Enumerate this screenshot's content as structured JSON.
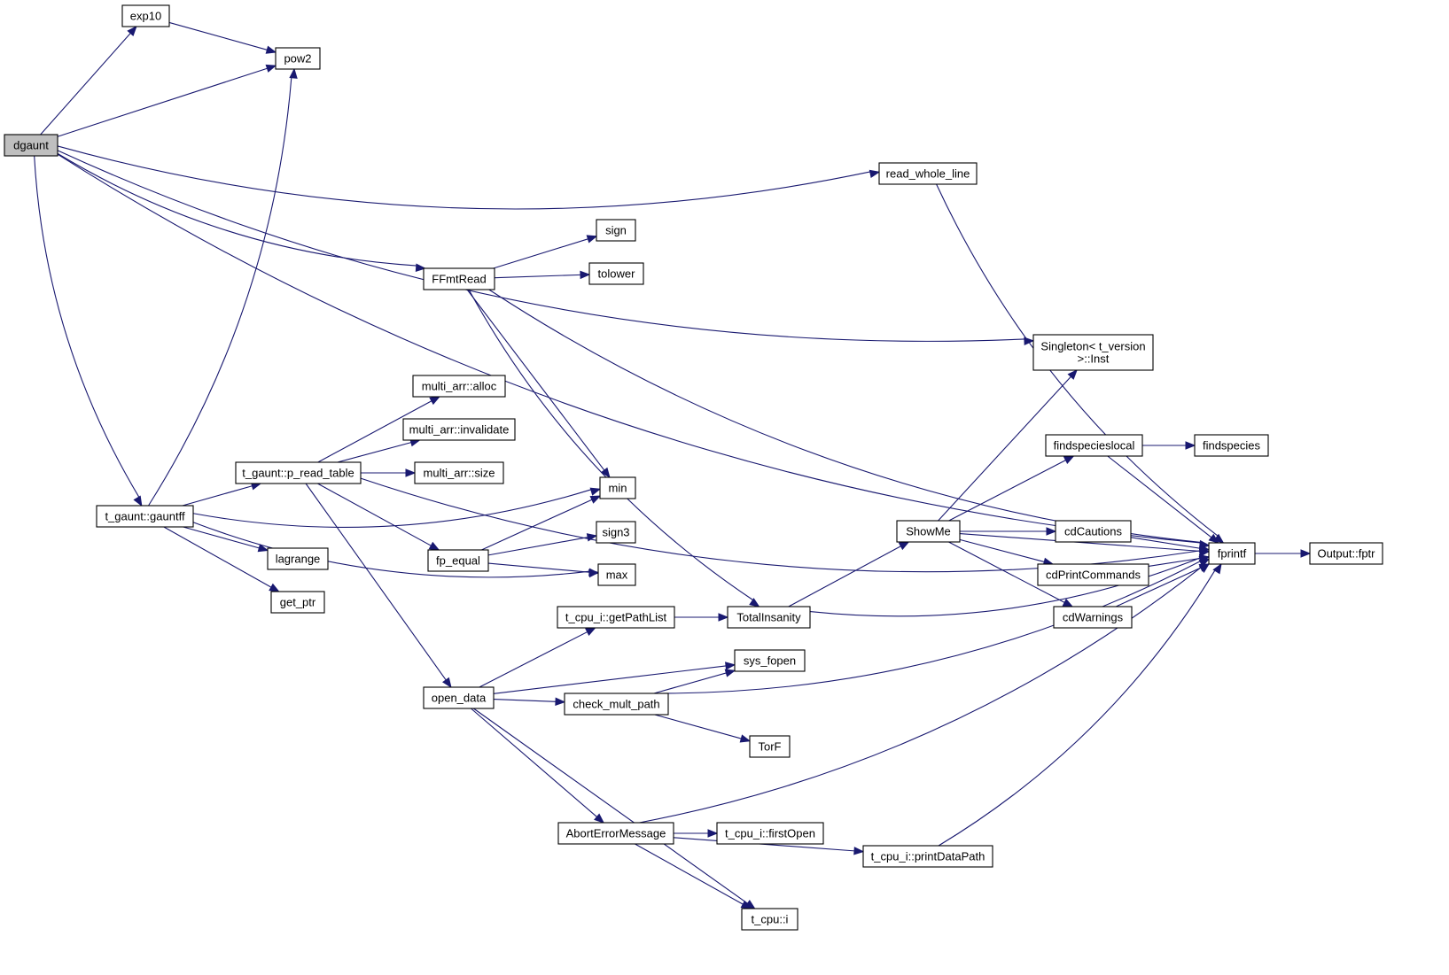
{
  "graph": {
    "nodes": [
      {
        "id": "dgaunt",
        "lines": [
          "dgaunt"
        ],
        "highlight": true
      },
      {
        "id": "exp10",
        "lines": [
          "exp10"
        ]
      },
      {
        "id": "pow2",
        "lines": [
          "pow2"
        ]
      },
      {
        "id": "read_whole_line",
        "lines": [
          "read_whole_line"
        ]
      },
      {
        "id": "sign",
        "lines": [
          "sign"
        ]
      },
      {
        "id": "tolower",
        "lines": [
          "tolower"
        ]
      },
      {
        "id": "FFmtRead",
        "lines": [
          "FFmtRead"
        ]
      },
      {
        "id": "singleton_inst",
        "lines": [
          "Singleton< t_version",
          ">::Inst"
        ]
      },
      {
        "id": "multi_arr_alloc",
        "lines": [
          "multi_arr::alloc"
        ]
      },
      {
        "id": "multi_arr_invalidate",
        "lines": [
          "multi_arr::invalidate"
        ]
      },
      {
        "id": "findspecieslocal",
        "lines": [
          "findspecieslocal"
        ]
      },
      {
        "id": "findspecies",
        "lines": [
          "findspecies"
        ]
      },
      {
        "id": "p_read_table",
        "lines": [
          "t_gaunt::p_read_table"
        ]
      },
      {
        "id": "multi_arr_size",
        "lines": [
          "multi_arr::size"
        ]
      },
      {
        "id": "min",
        "lines": [
          "min"
        ]
      },
      {
        "id": "gauntff",
        "lines": [
          "t_gaunt::gauntff"
        ]
      },
      {
        "id": "ShowMe",
        "lines": [
          "ShowMe"
        ]
      },
      {
        "id": "sign3",
        "lines": [
          "sign3"
        ]
      },
      {
        "id": "cdCautions",
        "lines": [
          "cdCautions"
        ]
      },
      {
        "id": "fprintf",
        "lines": [
          "fprintf"
        ]
      },
      {
        "id": "output_fptr",
        "lines": [
          "Output::fptr"
        ]
      },
      {
        "id": "lagrange",
        "lines": [
          "lagrange"
        ]
      },
      {
        "id": "fp_equal",
        "lines": [
          "fp_equal"
        ]
      },
      {
        "id": "cdPrintCommands",
        "lines": [
          "cdPrintCommands"
        ]
      },
      {
        "id": "max",
        "lines": [
          "max"
        ]
      },
      {
        "id": "get_ptr",
        "lines": [
          "get_ptr"
        ]
      },
      {
        "id": "getPathList",
        "lines": [
          "t_cpu_i::getPathList"
        ]
      },
      {
        "id": "TotalInsanity",
        "lines": [
          "TotalInsanity"
        ]
      },
      {
        "id": "cdWarnings",
        "lines": [
          "cdWarnings"
        ]
      },
      {
        "id": "sys_fopen",
        "lines": [
          "sys_fopen"
        ]
      },
      {
        "id": "open_data",
        "lines": [
          "open_data"
        ]
      },
      {
        "id": "check_mult_path",
        "lines": [
          "check_mult_path"
        ]
      },
      {
        "id": "TorF",
        "lines": [
          "TorF"
        ]
      },
      {
        "id": "AbortErrorMessage",
        "lines": [
          "AbortErrorMessage"
        ]
      },
      {
        "id": "firstOpen",
        "lines": [
          "t_cpu_i::firstOpen"
        ]
      },
      {
        "id": "printDataPath",
        "lines": [
          "t_cpu_i::printDataPath"
        ]
      },
      {
        "id": "t_cpu_i",
        "lines": [
          "t_cpu::i"
        ]
      }
    ],
    "edges": [
      [
        "dgaunt",
        "exp10"
      ],
      [
        "dgaunt",
        "pow2"
      ],
      [
        "dgaunt",
        "fprintf"
      ],
      [
        "dgaunt",
        "read_whole_line"
      ],
      [
        "dgaunt",
        "singleton_inst"
      ],
      [
        "dgaunt",
        "FFmtRead"
      ],
      [
        "dgaunt",
        "gauntff"
      ],
      [
        "exp10",
        "pow2"
      ],
      [
        "read_whole_line",
        "fprintf"
      ],
      [
        "FFmtRead",
        "sign"
      ],
      [
        "FFmtRead",
        "tolower"
      ],
      [
        "FFmtRead",
        "fprintf"
      ],
      [
        "FFmtRead",
        "min"
      ],
      [
        "FFmtRead",
        "TotalInsanity"
      ],
      [
        "gauntff",
        "pow2"
      ],
      [
        "gauntff",
        "p_read_table"
      ],
      [
        "gauntff",
        "min"
      ],
      [
        "gauntff",
        "lagrange"
      ],
      [
        "gauntff",
        "get_ptr"
      ],
      [
        "gauntff",
        "max"
      ],
      [
        "p_read_table",
        "fprintf"
      ],
      [
        "p_read_table",
        "multi_arr_alloc"
      ],
      [
        "p_read_table",
        "multi_arr_invalidate"
      ],
      [
        "p_read_table",
        "multi_arr_size"
      ],
      [
        "p_read_table",
        "fp_equal"
      ],
      [
        "p_read_table",
        "open_data"
      ],
      [
        "fp_equal",
        "min"
      ],
      [
        "fp_equal",
        "sign3"
      ],
      [
        "fp_equal",
        "max"
      ],
      [
        "open_data",
        "getPathList"
      ],
      [
        "open_data",
        "sys_fopen"
      ],
      [
        "open_data",
        "check_mult_path"
      ],
      [
        "open_data",
        "AbortErrorMessage"
      ],
      [
        "open_data",
        "t_cpu_i"
      ],
      [
        "getPathList",
        "TotalInsanity"
      ],
      [
        "check_mult_path",
        "sys_fopen"
      ],
      [
        "check_mult_path",
        "fprintf"
      ],
      [
        "check_mult_path",
        "TorF"
      ],
      [
        "AbortErrorMessage",
        "fprintf"
      ],
      [
        "AbortErrorMessage",
        "firstOpen"
      ],
      [
        "AbortErrorMessage",
        "printDataPath"
      ],
      [
        "AbortErrorMessage",
        "t_cpu_i"
      ],
      [
        "printDataPath",
        "fprintf"
      ],
      [
        "TotalInsanity",
        "ShowMe"
      ],
      [
        "TotalInsanity",
        "fprintf"
      ],
      [
        "ShowMe",
        "singleton_inst"
      ],
      [
        "ShowMe",
        "findspecieslocal"
      ],
      [
        "ShowMe",
        "fprintf"
      ],
      [
        "ShowMe",
        "cdCautions"
      ],
      [
        "ShowMe",
        "cdPrintCommands"
      ],
      [
        "ShowMe",
        "cdWarnings"
      ],
      [
        "findspecieslocal",
        "findspecies"
      ],
      [
        "findspecieslocal",
        "fprintf"
      ],
      [
        "cdCautions",
        "fprintf"
      ],
      [
        "cdPrintCommands",
        "fprintf"
      ],
      [
        "cdWarnings",
        "fprintf"
      ],
      [
        "fprintf",
        "output_fptr"
      ]
    ]
  }
}
